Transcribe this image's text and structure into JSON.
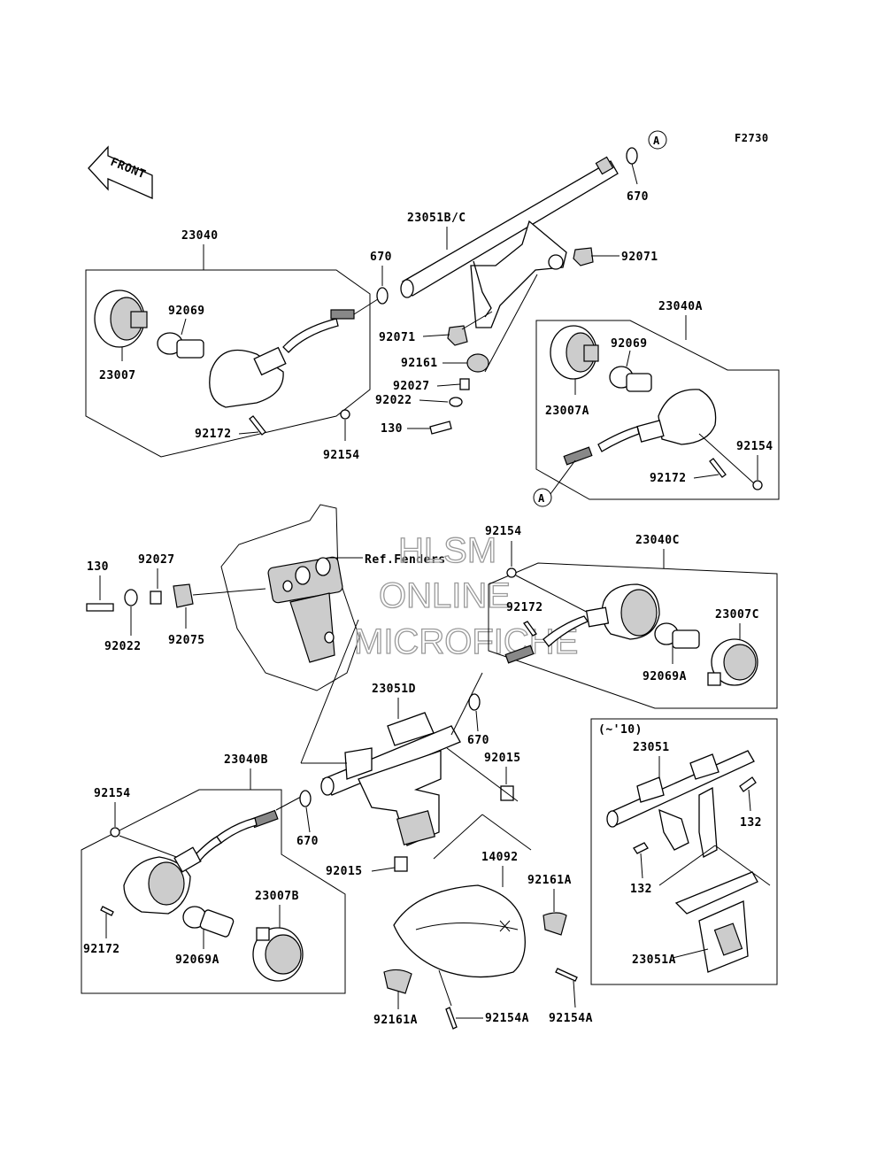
{
  "figure_code": "F2730",
  "front_label": "FRONT",
  "ref_note": "Ref.Fenders",
  "inset_label": "(~'10)",
  "watermark": [
    "HLSM",
    "ONLINE",
    "MICROFICHE"
  ],
  "circle_ref": "A",
  "part_numbers": {
    "p670_top": "670",
    "p23051BC": "23051B/C",
    "p92071_r": "92071",
    "p23040": "23040",
    "p670_l": "670",
    "p92069_l": "92069",
    "p23007": "23007",
    "p92071_c": "92071",
    "p92161": "92161",
    "p92027_c": "92027",
    "p92022_c": "92022",
    "p130_c": "130",
    "p92172_l": "92172",
    "p92154_l": "92154",
    "p23040A": "23040A",
    "p92069_r": "92069",
    "p23007A": "23007A",
    "p92154_r": "92154",
    "p92172_r": "92172",
    "p130_l": "130",
    "p92027_l": "92027",
    "p92022_l": "92022",
    "p92075": "92075",
    "p92154_m": "92154",
    "p23040C": "23040C",
    "p92172_m": "92172",
    "p23007C": "23007C",
    "p92069A_r": "92069A",
    "p23051D": "23051D",
    "p670_m": "670",
    "p92015_a": "92015",
    "p23040B": "23040B",
    "p92154_b": "92154",
    "p670_b": "670",
    "p92015_b": "92015",
    "p14092": "14092",
    "p92161A_r": "92161A",
    "p23007B": "23007B",
    "p92172_b": "92172",
    "p92069A_b": "92069A",
    "p92161A_b": "92161A",
    "p92154A_b": "92154A",
    "p92154A_r": "92154A",
    "p23051": "23051",
    "p132_r": "132",
    "p132_l": "132",
    "p23051A": "23051A"
  }
}
